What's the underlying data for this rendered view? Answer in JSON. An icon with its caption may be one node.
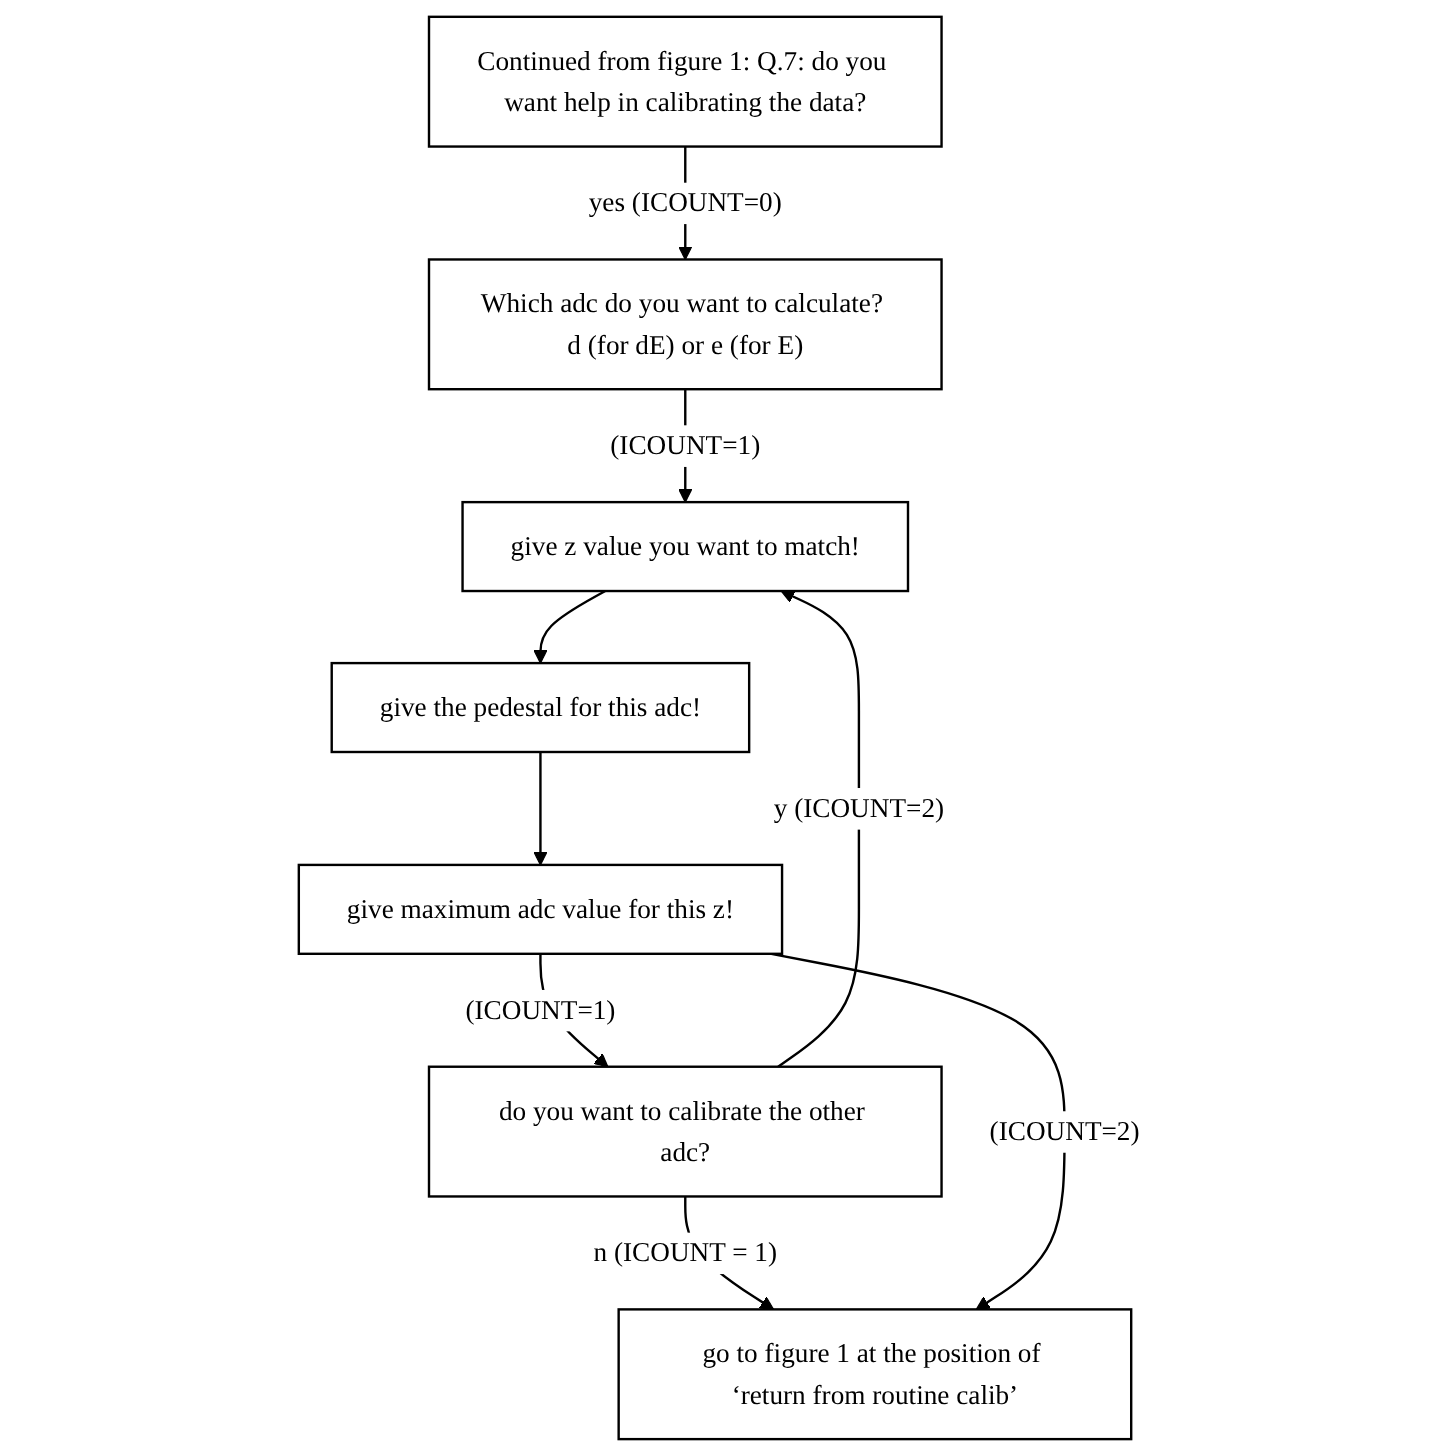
{
  "diagram": {
    "nodes": [
      {
        "text": [
          "Continued from figure 1: Q.7: do you want help in calibrating the data?"
        ]
      },
      {
        "text": [
          "Which adc do you want to calculate? d (for dE) or e (for E)"
        ]
      },
      {
        "text": [
          "give z value you want to match!"
        ]
      },
      {
        "text": [
          "give the pedestal for this adc!"
        ]
      },
      {
        "text": [
          "give maximum adc value for this z!"
        ]
      },
      {
        "text": [
          "do you want to calibrate the other adc?"
        ]
      },
      {
        "text": [
          "go to figure 1 at the position of ‘return from routine calib’"
        ]
      }
    ],
    "edges": [
      {
        "from": 0,
        "to": 1,
        "arrow": "to",
        "label": "yes (ICOUNT=0)"
      },
      {
        "from": 1,
        "to": 2,
        "arrow": "to",
        "label": "(ICOUNT=1)"
      },
      {
        "from": 2,
        "to": 3,
        "arrow": "to"
      },
      {
        "from": 3,
        "to": 4,
        "arrow": "to"
      },
      {
        "from": 4,
        "to": 5,
        "arrow": "to",
        "label": "(ICOUNT=1)"
      },
      {
        "from": 5,
        "to": 2,
        "arrow": "to",
        "label": "y (ICOUNT=2)"
      },
      {
        "from": 5,
        "to": 6,
        "arrow": "to",
        "label": "n (ICOUNT = 1)"
      },
      {
        "from": 4,
        "to": 6,
        "arrow": "to",
        "label": "(ICOUNT=2)"
      }
    ]
  }
}
